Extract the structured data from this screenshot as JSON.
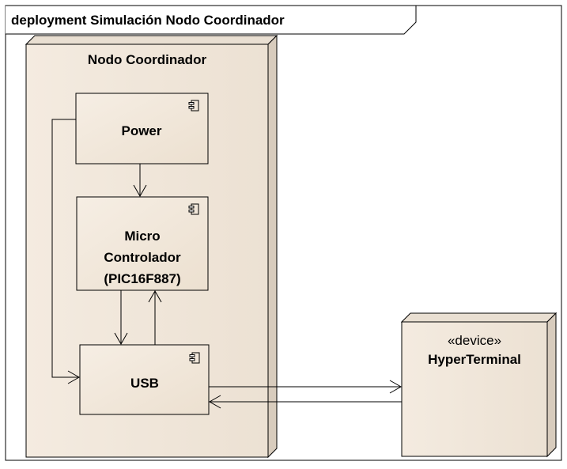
{
  "frame": {
    "title": "deployment Simulación Nodo Coordinador"
  },
  "nodes": {
    "coordinator": {
      "label": "Nodo Coordinador"
    },
    "hyperterminal": {
      "stereotype": "«device»",
      "label": "HyperTerminal"
    }
  },
  "components": {
    "power": {
      "lines": [
        "Power"
      ]
    },
    "micro": {
      "lines": [
        "Micro",
        "Controlador",
        "(PIC16F887)"
      ]
    },
    "usb": {
      "lines": [
        "USB"
      ]
    }
  },
  "colors": {
    "node_fill": "#f2e8dc",
    "node_side": "#ddd2c4",
    "component_fill": "#f2e8dc",
    "stroke": "#000000",
    "background": "#ffffff"
  },
  "icons": {
    "component": "component-icon"
  }
}
